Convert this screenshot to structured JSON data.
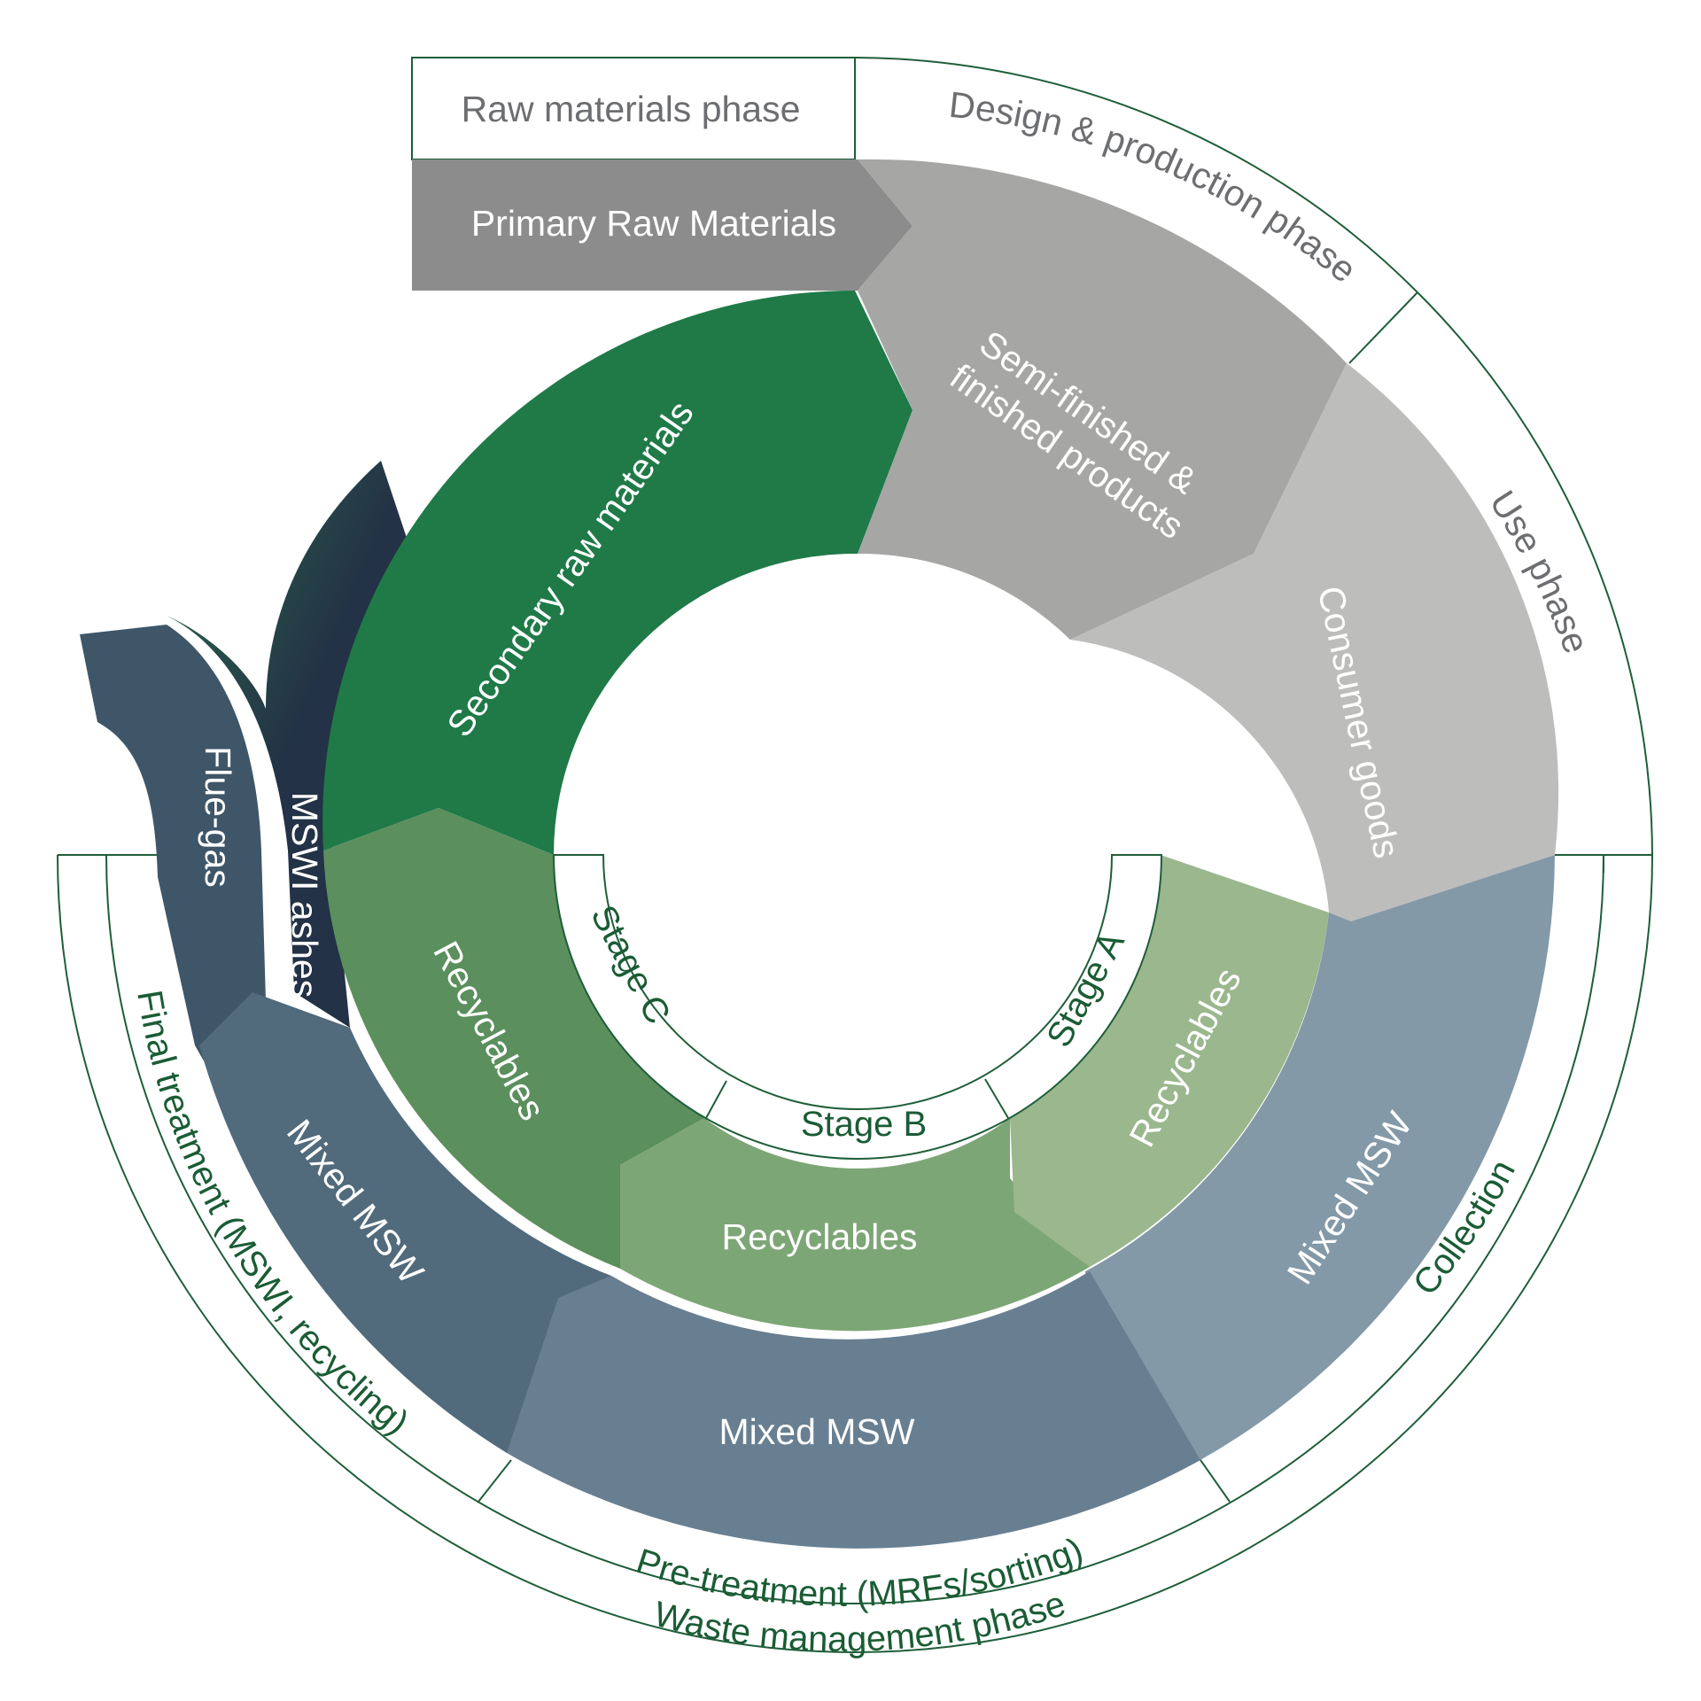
{
  "phases": {
    "raw_materials": "Raw materials phase",
    "design_production": "Design & production phase",
    "use": "Use phase",
    "waste_management": "Waste management phase"
  },
  "waste_steps": {
    "collection": "Collection",
    "pre_treatment": "Pre-treatment (MRFs/sorting)",
    "final_treatment": "Final treatment (MSWI, recycling)"
  },
  "stages": {
    "a": "Stage A",
    "b": "Stage B",
    "c": "Stage C"
  },
  "flows": {
    "primary_raw_materials": "Primary Raw Materials",
    "semi_finished_line1": "Semi-finished &",
    "semi_finished_line2": "finished products",
    "consumer_goods": "Consumer goods",
    "secondary_raw_materials": "Secondary raw materials",
    "recyclables_a": "Recyclables",
    "recyclables_b": "Recyclables",
    "recyclables_c": "Recyclables",
    "mixed_msw_collection": "Mixed MSW",
    "mixed_msw_pretreatment": "Mixed MSW",
    "mixed_msw_final": "Mixed MSW",
    "msw_ashes": "MSWI ashes",
    "flue_gas": "Flue-gas"
  },
  "colors": {
    "primary_grey": "#8c8c8c",
    "semi_finished_grey": "#a6a6a5",
    "consumer_grey": "#bdbdbc",
    "secondary_green": "#1f7a48",
    "recyclables_c_green": "#5b8f5d",
    "recyclables_b_green": "#7da676",
    "recyclables_a_green": "#9ab78e",
    "mixed_light": "#8399a8",
    "mixed_mid": "#687f91",
    "mixed_dark": "#516a7c",
    "flue_gas": "#3f5668",
    "ashes": "#233246"
  }
}
